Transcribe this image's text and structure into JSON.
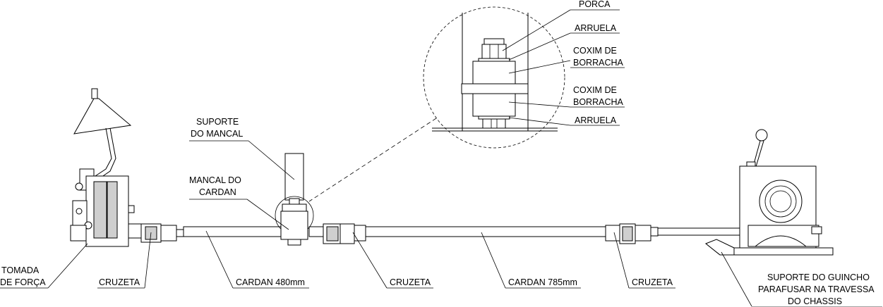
{
  "labels": {
    "porca": "PORCA",
    "arruela_top": "ARRUELA",
    "coxim1_l1": "COXIM DE",
    "coxim1_l2": "BORRACHA",
    "coxim2_l1": "COXIM DE",
    "coxim2_l2": "BORRACHA",
    "arruela_bottom": "ARRUELA",
    "suporte_mancal_l1": "SUPORTE",
    "suporte_mancal_l2": "DO MANCAL",
    "mancal_cardan_l1": "MANCAL DO",
    "mancal_cardan_l2": "CARDAN",
    "tomada_l1": "TOMADA",
    "tomada_l2": "DE FORÇA",
    "cruzeta_1": "CRUZETA",
    "cardan_480": "CARDAN 480mm",
    "cruzeta_2": "CRUZETA",
    "cardan_785": "CARDAN 785mm",
    "cruzeta_3": "CRUZETA",
    "suporte_guincho_l1": "SUPORTE DO GUINCHO",
    "suporte_guincho_l2": "PARAFUSAR NA TRAVESSA",
    "suporte_guincho_l3": "DO CHASSIS"
  }
}
